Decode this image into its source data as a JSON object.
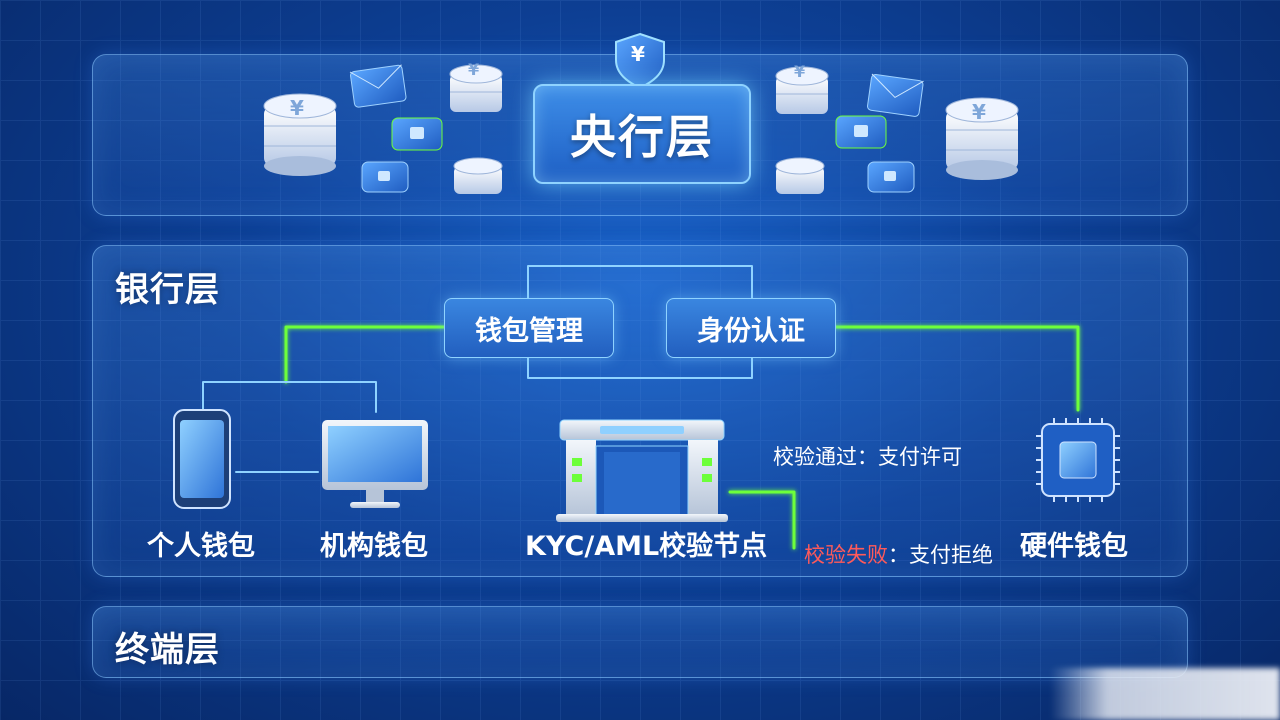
{
  "layers": {
    "central": {
      "title": "央行层"
    },
    "bank": {
      "title": "银行层"
    },
    "terminal": {
      "title": "终端层"
    }
  },
  "functions": {
    "wallet_management": "钱包管理",
    "identity_auth": "身份认证"
  },
  "nodes": {
    "personal_wallet": "个人钱包",
    "institution_wallet": "机构钱包",
    "kyc_node": "KYC/AML校验节点",
    "hardware_wallet": "硬件钱包"
  },
  "outcomes": {
    "pass": "校验通过：支付许可",
    "fail_label": "校验失败",
    "fail_result": "：支付拒绝"
  },
  "icons": {
    "coin_symbol": "¥",
    "shield_symbol": "¥"
  },
  "colors": {
    "flow_green": "#6dff3a",
    "fail_red": "#ff5a5a",
    "accent_cyan": "#8fd3ff"
  }
}
